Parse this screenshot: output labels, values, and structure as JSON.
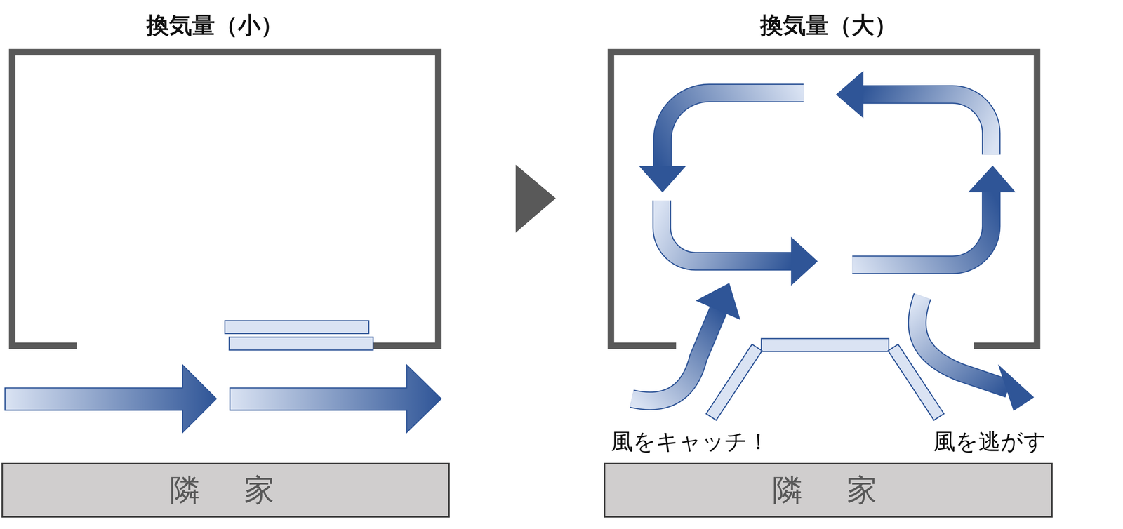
{
  "diagram": {
    "nodes": [
      {
        "text": [
          "隣　家"
        ]
      },
      {
        "text": [
          "隣　家"
        ]
      }
    ],
    "labels": [
      "換気量（小）",
      "換気量（大）",
      "風をキャッチ！",
      "風を逃がす"
    ]
  }
}
